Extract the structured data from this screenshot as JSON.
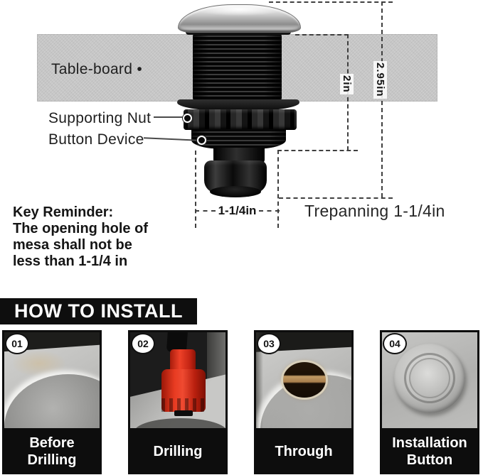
{
  "colors": {
    "board-gray": "#c7c7c7",
    "banner-black": "#0e0e0e",
    "drill-red": "#e03420",
    "steel": "#b3b3b1",
    "line": "#3f3f3f"
  },
  "diagram": {
    "table_board_label": "Table-board •",
    "supporting_nut_label": "Supporting Nut",
    "button_device_label": "Button Device",
    "dim_insert_depth": "2in",
    "dim_total_height": "2.95in",
    "dim_device_width": "1-1/4in",
    "trepanning_label": "Trepanning 1-1/4in",
    "key_reminder": {
      "title": "Key Reminder:",
      "lines": [
        "The opening hole of",
        "mesa shall not be",
        "less than 1-1/4 in"
      ]
    }
  },
  "install": {
    "title": "HOW TO INSTALL",
    "steps": [
      {
        "num": "01",
        "caption": "Before Drilling"
      },
      {
        "num": "02",
        "caption": "Drilling"
      },
      {
        "num": "03",
        "caption": "Through"
      },
      {
        "num": "04",
        "caption": "Installation Button"
      }
    ]
  }
}
